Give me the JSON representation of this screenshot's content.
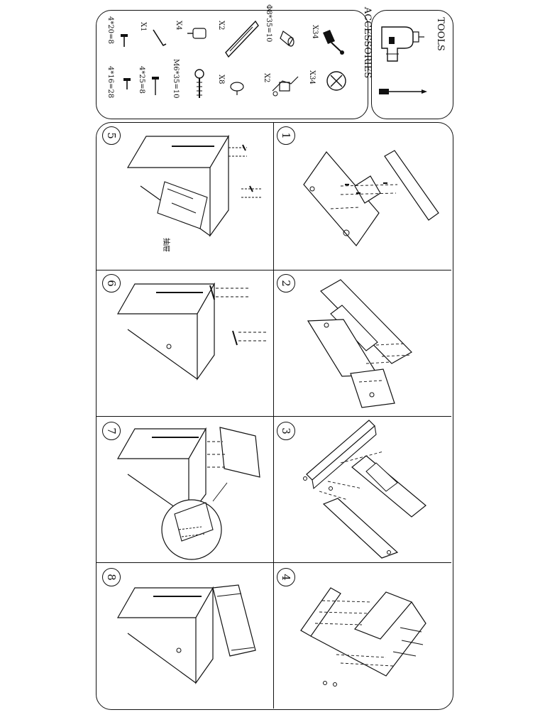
{
  "tools": {
    "title": "TOOLS",
    "items": [
      {
        "icon": "drill-icon"
      },
      {
        "icon": "screwdriver-icon"
      }
    ]
  },
  "accessories": {
    "title": "ACCESSORIES",
    "parts": [
      {
        "icon": "cam-bolt-icon",
        "qty": "X34"
      },
      {
        "icon": "dowel-icon",
        "spec": "Φ8*35=10"
      },
      {
        "icon": "drawer-slide-icon",
        "qty": "X2"
      },
      {
        "icon": "shelf-support-pin-icon",
        "qty": "X4"
      },
      {
        "icon": "allen-key-icon",
        "qty": "X1"
      },
      {
        "icon": "screw-icon",
        "spec": "4*20=8"
      },
      {
        "icon": "cam-lock-icon",
        "qty": "X34"
      },
      {
        "icon": "hinge-icon",
        "qty": "X2"
      },
      {
        "icon": "knob-icon",
        "qty": "X8"
      },
      {
        "icon": "eye-bolt-icon",
        "spec": "M6*35=10"
      },
      {
        "icon": "small-screw-icon",
        "spec": "4*25=8"
      },
      {
        "icon": "short-screw-icon",
        "spec": "4*16=28"
      }
    ]
  },
  "steps": [
    {
      "number": "1"
    },
    {
      "number": "2"
    },
    {
      "number": "3"
    },
    {
      "number": "4"
    },
    {
      "number": "5",
      "annotation": "抽屉"
    },
    {
      "number": "6"
    },
    {
      "number": "7"
    },
    {
      "number": "8"
    }
  ]
}
